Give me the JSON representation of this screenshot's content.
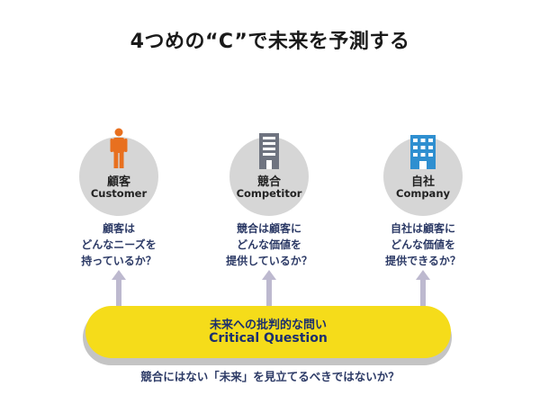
{
  "title": "4つめの“C”で未来を予測する",
  "nodes": [
    {
      "jp": "顧客",
      "en": "Customer",
      "icon": "person-icon",
      "question": [
        "顧客は",
        "どんなニーズを",
        "持っているか？"
      ]
    },
    {
      "jp": "競合",
      "en": "Competitor",
      "icon": "building-icon",
      "question": [
        "競合は顧客に",
        "どんな価値を",
        "提供しているか？"
      ]
    },
    {
      "jp": "自社",
      "en": "Company",
      "icon": "office-building-icon",
      "question": [
        "自社は顧客に",
        "どんな価値を",
        "提供できるか？"
      ]
    }
  ],
  "critical": {
    "jp": "未来への批判的な問い",
    "en": "Critical Question"
  },
  "bottom_question": "競合にはない「未来」を見立てるべきではないか？",
  "colors": {
    "person": "#e8701f",
    "building_gray": "#6f7480",
    "building_blue": "#2f8fd0",
    "yellow": "#f5dc1a",
    "navy": "#1b2f6e",
    "circle": "#d6d6d6"
  }
}
